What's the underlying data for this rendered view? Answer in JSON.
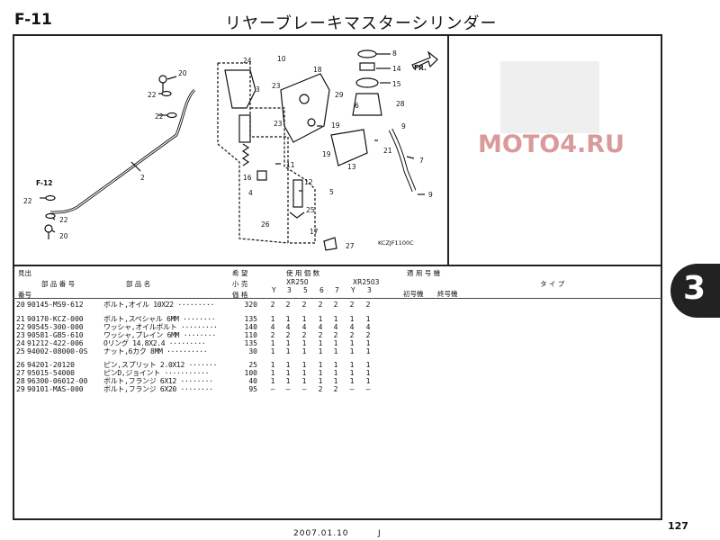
{
  "header": {
    "section_code": "F-11",
    "title": "リヤーブレーキマスターシリンダー"
  },
  "diagram": {
    "callouts": [
      "20",
      "22",
      "22",
      "2",
      "22",
      "22",
      "20",
      "24",
      "10",
      "3",
      "23",
      "23",
      "11",
      "16",
      "4",
      "12",
      "5",
      "25",
      "26",
      "17",
      "18",
      "19",
      "29",
      "19",
      "13",
      "21",
      "8",
      "14",
      "15",
      "28",
      "6",
      "9",
      "7",
      "9",
      "27"
    ],
    "ref_label": "F-12",
    "direction_label": "FR.",
    "drawing_code": "KCZJF1100C"
  },
  "watermark": {
    "text": "MOTO4.RU"
  },
  "table": {
    "headers": {
      "mitsuki": "見出",
      "bangou": "番号",
      "part_no": "部 品 番 号",
      "desc": "部 品 名",
      "kibou": "希 望",
      "kouri": "小 売",
      "kakaku": "価 格",
      "usage": "使 用 個 数",
      "model_a": "XR250",
      "model_b": "XR2503",
      "tekiyou": "適 用 号 機",
      "first": "初号機",
      "last": "終号機",
      "type": "タ イ プ",
      "var_cols": [
        "Y",
        "3",
        "5",
        "6",
        "7",
        "Y",
        "3"
      ]
    },
    "rows": [
      {
        "ref": "20",
        "part_no": "90145-MS9-612",
        "desc": "ボルト,オイル 10X22 ·········",
        "price": "320",
        "q": [
          "2",
          "2",
          "2",
          "2",
          "2",
          "2",
          "2"
        ]
      },
      {
        "ref": "21",
        "part_no": "90170-KCZ-000",
        "desc": "ボルト,スペシャル 6MM ········",
        "price": "135",
        "q": [
          "1",
          "1",
          "1",
          "1",
          "1",
          "1",
          "1"
        ]
      },
      {
        "ref": "22",
        "part_no": "90545-300-000",
        "desc": "ワッシャ,オイルボルト ·········",
        "price": "140",
        "q": [
          "4",
          "4",
          "4",
          "4",
          "4",
          "4",
          "4"
        ]
      },
      {
        "ref": "23",
        "part_no": "90581-GB5-610",
        "desc": "ワッシャ,プレイン 6MM ········",
        "price": "110",
        "q": [
          "2",
          "2",
          "2",
          "2",
          "2",
          "2",
          "2"
        ]
      },
      {
        "ref": "24",
        "part_no": "91212-422-006",
        "desc": "Oリング 14.8X2.4 ·········",
        "price": "135",
        "q": [
          "1",
          "1",
          "1",
          "1",
          "1",
          "1",
          "1"
        ]
      },
      {
        "ref": "25",
        "part_no": "94002-08000-0S",
        "desc": "ナット,6カク 8MM ··········",
        "price": "30",
        "q": [
          "1",
          "1",
          "1",
          "1",
          "1",
          "1",
          "1"
        ]
      },
      {
        "ref": "26",
        "part_no": "94201-20120",
        "desc": "ピン,スプリット 2.0X12 ·······",
        "price": "25",
        "q": [
          "1",
          "1",
          "1",
          "1",
          "1",
          "1",
          "1"
        ]
      },
      {
        "ref": "27",
        "part_no": "95015-54000",
        "desc": "ピンD,ジョイント ···········",
        "price": "100",
        "q": [
          "1",
          "1",
          "1",
          "1",
          "1",
          "1",
          "1"
        ]
      },
      {
        "ref": "28",
        "part_no": "96300-06012-00",
        "desc": "ボルト,フランジ 6X12 ········",
        "price": "40",
        "q": [
          "1",
          "1",
          "1",
          "1",
          "1",
          "1",
          "1"
        ]
      },
      {
        "ref": "29",
        "part_no": "90101-MAS-000",
        "desc": "ボルト,フランジ 6X20 ········",
        "price": "95",
        "q": [
          "–",
          "–",
          "–",
          "2",
          "2",
          "–",
          "–"
        ]
      }
    ]
  },
  "chapter_tab": "3",
  "footer": {
    "page_number": "127",
    "date": "2007.01.10",
    "letter": "J"
  }
}
